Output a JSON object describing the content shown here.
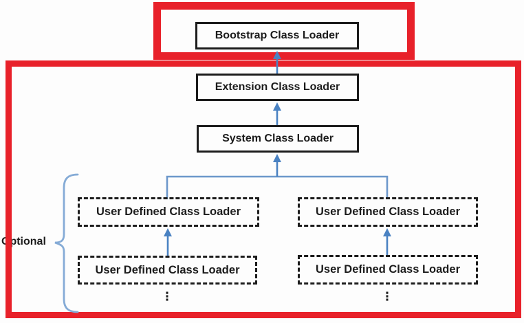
{
  "diagram": {
    "nodes": {
      "bootstrap": "Bootstrap Class Loader",
      "extension": "Extension Class Loader",
      "system": "System Class Loader",
      "user_defined": "User Defined Class Loader"
    },
    "optional_label": "Optional",
    "ellipsis": "⋮",
    "colors": {
      "highlight_red": "#e8212a",
      "arrow_blue": "#4a82c2",
      "tree_blue": "#6d98cb",
      "brace_blue": "#85abd6",
      "box_border": "#1c1c1c",
      "text_color": "#1c1c1c",
      "background": "#fdfdfd"
    }
  }
}
